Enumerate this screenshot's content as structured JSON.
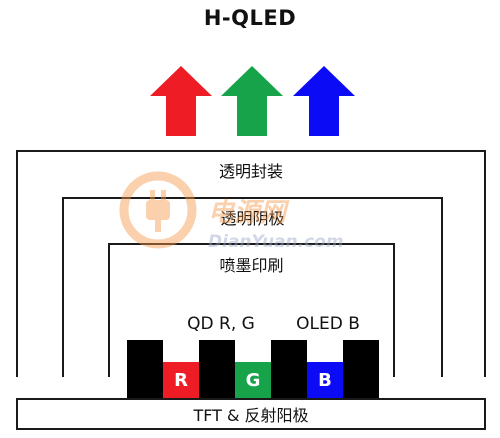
{
  "title": "H-QLED",
  "colors": {
    "red": "#ee1c24",
    "green": "#16a34a",
    "blue": "#0b0bf5",
    "frame": "#1a1a1a",
    "watermark": "#f59a4a"
  },
  "arrows": [
    {
      "color": "red",
      "icon": "up-arrow-icon"
    },
    {
      "color": "green",
      "icon": "up-arrow-icon"
    },
    {
      "color": "blue",
      "icon": "up-arrow-icon"
    }
  ],
  "layers": {
    "encapsulation": "透明封装",
    "transparent_cathode": "透明阴极",
    "inkjet_printing": "喷墨印刷"
  },
  "pixel_groups": {
    "qd_label": "QD R, G",
    "oled_label": "OLED B"
  },
  "pixels": [
    {
      "label": "R",
      "color": "red"
    },
    {
      "label": "G",
      "color": "green"
    },
    {
      "label": "B",
      "color": "blue"
    }
  ],
  "base_layer": "TFT & 反射阳极",
  "watermark": {
    "brand": "电源网",
    "site": "DianYuan.com"
  }
}
